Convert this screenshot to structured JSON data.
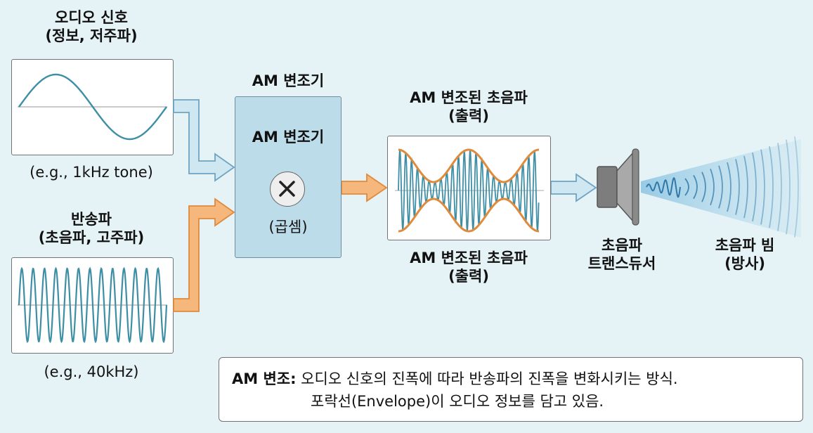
{
  "audio": {
    "title_line1": "오디오 신호",
    "title_line2": "(정보, 저주파)",
    "caption": "(e.g., 1kHz tone)"
  },
  "carrier": {
    "title_line1": "반송파",
    "title_line2": "(초음파, 고주파)",
    "caption": "(e.g., 40kHz)"
  },
  "modulator": {
    "outer_label": "AM 변조기",
    "inner_label": "AM 변조기",
    "symbol_caption": "(곱셈)"
  },
  "output": {
    "top_line1": "AM 변조된 초음파",
    "top_line2": "(출력)",
    "bottom_line1": "AM 변조된 초음파",
    "bottom_line2": "(출력)"
  },
  "transducer": {
    "line1": "초음파",
    "line2": "트랜스듀서"
  },
  "beam": {
    "line1": "초음파 빔",
    "line2": "(방사)"
  },
  "note": {
    "bold": "AM 변조:",
    "line1": " 오디오 신호의 진폭에 따라 반송파의 진폭을 변화시키는 방식.",
    "line2": "포락선(Envelope)이 오디오 정보를 담고 있음."
  },
  "colors": {
    "wave": "#3e8fa6",
    "envelope": "#e08a3c",
    "blue_arrow_fill": "#cfe7f1",
    "blue_arrow_stroke": "#6ea4c2",
    "orange_arrow_fill": "#f5b77c",
    "orange_arrow_stroke": "#e08a3c",
    "modulator_fill": "#bcdcea",
    "speaker": "#7d7d7d"
  }
}
